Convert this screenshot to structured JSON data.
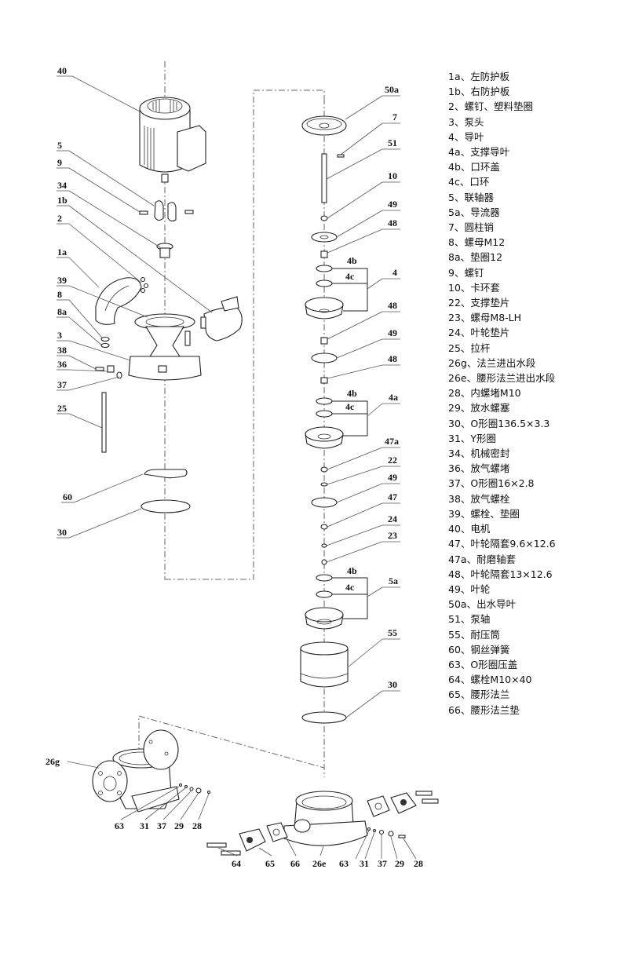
{
  "diagram": {
    "title": "Vertical multistage pump exploded view",
    "callouts": {
      "c40": "40",
      "c5": "5",
      "c9": "9",
      "c34": "34",
      "c1b": "1b",
      "c2": "2",
      "c1a": "1a",
      "c39": "39",
      "c8": "8",
      "c8a": "8a",
      "c3": "3",
      "c38": "38",
      "c36": "36",
      "c37": "37",
      "c25": "25",
      "c60": "60",
      "c30a": "30",
      "c50a": "50a",
      "c7": "7",
      "c51": "51",
      "c10": "10",
      "c49a": "49",
      "c48a": "48",
      "c4b1": "4b",
      "c4c1": "4c",
      "c4": "4",
      "c48b": "48",
      "c49b": "49",
      "c48c": "48",
      "c4b2": "4b",
      "c4c2": "4c",
      "c4a": "4a",
      "c47a": "47a",
      "c22": "22",
      "c49c": "49",
      "c47": "47",
      "c24": "24",
      "c23": "23",
      "c4b3": "4b",
      "c4c3": "4c",
      "c5a": "5a",
      "c55": "55",
      "c30b": "30",
      "c26g": "26g",
      "c63a": "63",
      "c31a": "31",
      "c37a": "37",
      "c29a": "29",
      "c28a": "28",
      "c64": "64",
      "c65": "65",
      "c66": "66",
      "c26e": "26e",
      "c63b": "63",
      "c31b": "31",
      "c37b": "37",
      "c29b": "29",
      "c28b": "28"
    }
  },
  "parts_list": [
    "1a、左防护板",
    "1b、右防护板",
    "2、螺钉、塑料垫圈",
    "3、泵头",
    "4、导叶",
    "4a、支撑导叶",
    "4b、口环盖",
    "4c、口环",
    "5、联轴器",
    "5a、导流器",
    "7、圆柱销",
    "8、螺母M12",
    "8a、垫圈12",
    "9、螺钉",
    "10、卡环套",
    "22、支撑垫片",
    "23、螺母M8-LH",
    "24、叶轮垫片",
    "25、拉杆",
    "26g、法兰进出水段",
    "26e、腰形法兰进出水段",
    "28、内螺堵M10",
    "29、放水螺塞",
    "30、O形圈136.5×3.3",
    "31、Y形圈",
    "34、机械密封",
    "36、放气螺堵",
    "37、O形圈16×2.8",
    "38、放气螺栓",
    "39、螺栓、垫圈",
    "40、电机",
    "47、叶轮隔套9.6×12.6",
    "47a、耐磨轴套",
    "48、叶轮隔套13×12.6",
    "49、叶轮",
    "50a、出水导叶",
    "51、泵轴",
    "55、耐压筒",
    "60、钢丝弹簧",
    "63、O形圈压盖",
    "64、螺栓M10×40",
    "65、腰形法兰",
    "66、腰形法兰垫"
  ]
}
